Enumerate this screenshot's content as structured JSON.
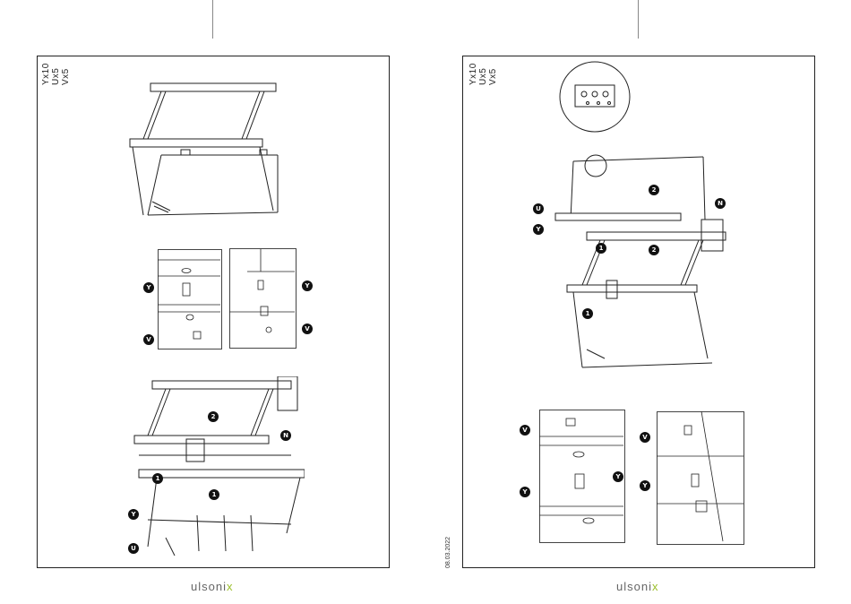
{
  "pages": [
    {
      "parts": [
        "Yx10",
        "Ux5",
        "Vx5"
      ],
      "brand_prefix": "ulsoni",
      "brand_accent": "x"
    },
    {
      "parts": [
        "Yx10",
        "Ux5",
        "Vx5"
      ],
      "brand_prefix": "ulsoni",
      "brand_accent": "x",
      "date": "08.03.2022"
    }
  ],
  "callouts": {
    "Y": "Y",
    "U": "U",
    "V": "V",
    "N": "N",
    "step1": "1",
    "step2": "2"
  },
  "colors": {
    "accent": "#9bbf2a",
    "line": "#222222",
    "crop": "#888888"
  }
}
